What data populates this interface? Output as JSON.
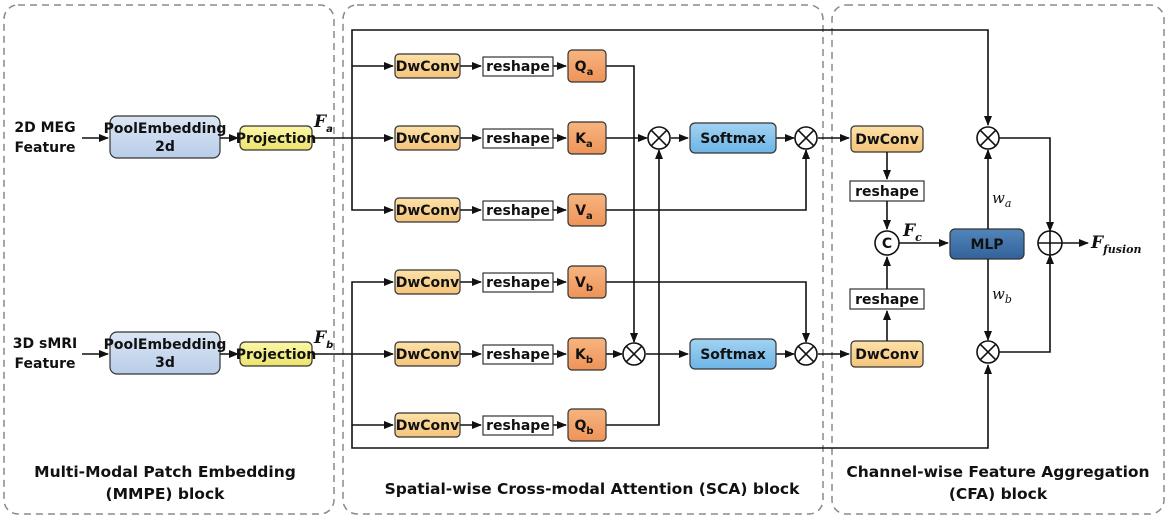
{
  "inputs": {
    "meg": [
      "2D MEG",
      "Feature"
    ],
    "smri": [
      "3D sMRI",
      "Feature"
    ]
  },
  "mmpe": {
    "pool_a": [
      "PoolEmbedding",
      "2d"
    ],
    "pool_b": [
      "PoolEmbedding",
      "3d"
    ],
    "projection": "Projection",
    "fa": "F",
    "fa_sub": "a",
    "fb": "F",
    "fb_sub": "b",
    "title": [
      "Multi-Modal Patch Embedding",
      "(MMPE) block"
    ]
  },
  "sca": {
    "dwconv": "DwConv",
    "reshape": "reshape",
    "softmax": "Softmax",
    "q": "Q",
    "k": "K",
    "v": "V",
    "sub_a": "a",
    "sub_b": "b",
    "title": "Spatial-wise Cross-modal Attention (SCA) block"
  },
  "cfa": {
    "dwconv": "DwConv",
    "reshape": "reshape",
    "concat": "C",
    "fc": "F",
    "fc_sub": "c",
    "mlp": "MLP",
    "wa": "w",
    "wa_sub": "a",
    "wb": "w",
    "wb_sub": "b",
    "ffusion": "F",
    "ffusion_sub": "fusion",
    "title": [
      "Channel-wise Feature Aggregation",
      "(CFA) block"
    ]
  },
  "colors": {
    "pool_fill": "#c9d9ee",
    "projection_fill": "#f3ef8a",
    "dwconv_fill": "#f8d291",
    "qkv_fill": "#f3a469",
    "softmax_fill": "#84c3ec",
    "mlp_fill": "#3f73aa"
  }
}
